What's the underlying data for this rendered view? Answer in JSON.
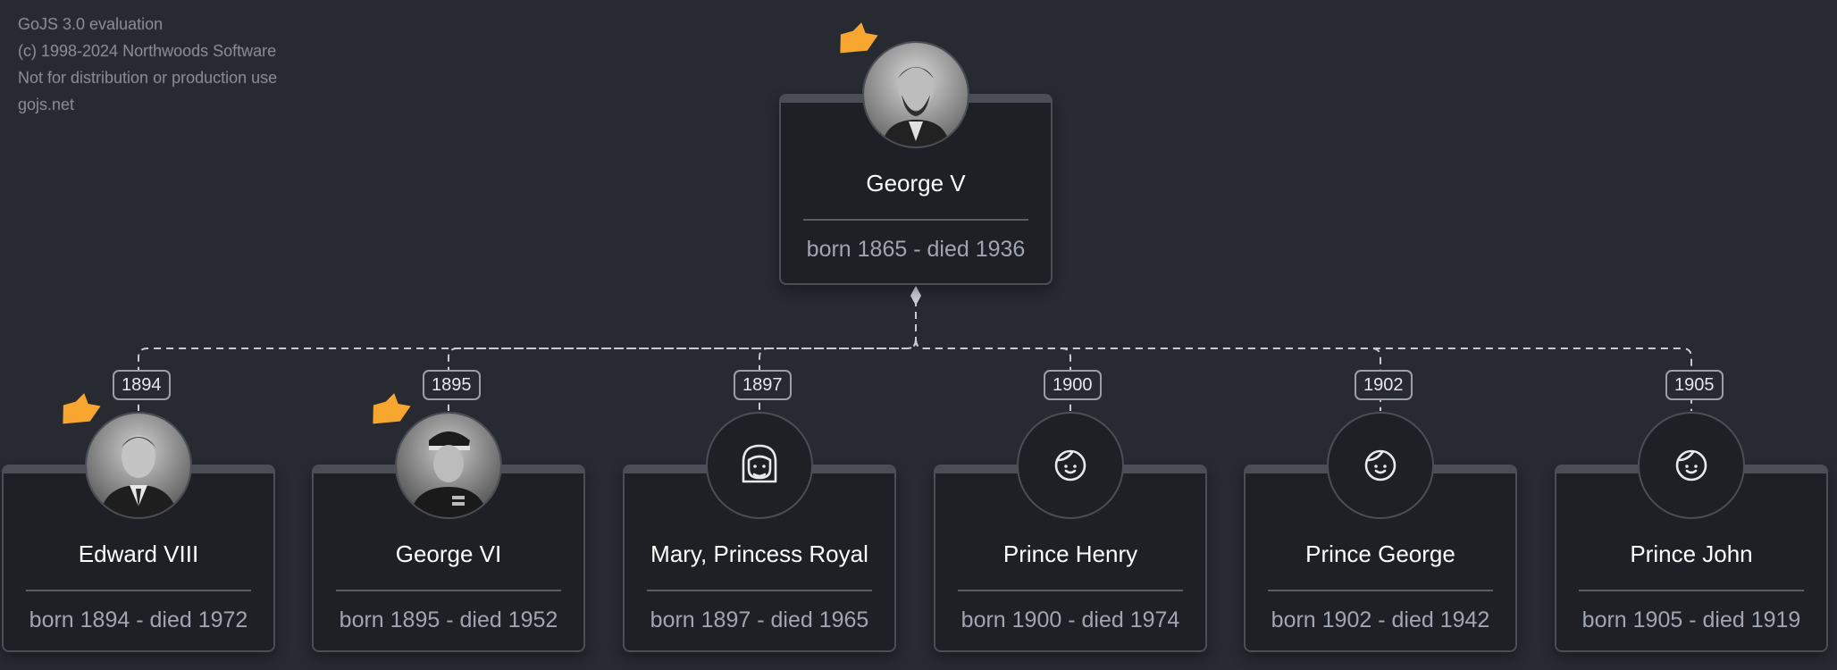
{
  "watermark": {
    "line1": "GoJS 3.0 evaluation",
    "line2": "(c) 1998-2024 Northwoods Software",
    "line3": "Not for distribution or production use",
    "line4": "gojs.net"
  },
  "colors": {
    "background": "#272a31",
    "card_fill": "#1f2025",
    "card_border": "#4b4e56",
    "crown": "#f7a730",
    "name_text": "#ffffff",
    "dates_text": "#9fa6b1",
    "link": "#c8ccd2"
  },
  "root": {
    "name": "George V",
    "dates": "born 1865 - died 1936",
    "avatar": "portrait-photo",
    "crowned": true
  },
  "children": [
    {
      "name": "Edward VIII",
      "dates": "born 1894 - died 1972",
      "year": "1894",
      "avatar": "portrait-photo",
      "crowned": true
    },
    {
      "name": "George VI",
      "dates": "born 1895 - died 1952",
      "year": "1895",
      "avatar": "portrait-photo",
      "crowned": true
    },
    {
      "name": "Mary, Princess Royal",
      "dates": "born 1897 - died 1965",
      "year": "1897",
      "avatar": "female-face-icon",
      "crowned": false
    },
    {
      "name": "Prince Henry",
      "dates": "born 1900 - died 1974",
      "year": "1900",
      "avatar": "male-face-icon",
      "crowned": false
    },
    {
      "name": "Prince George",
      "dates": "born 1902 - died 1942",
      "year": "1902",
      "avatar": "male-face-icon",
      "crowned": false
    },
    {
      "name": "Prince John",
      "dates": "born 1905 - died 1919",
      "year": "1905",
      "avatar": "male-face-icon",
      "crowned": false
    }
  ]
}
